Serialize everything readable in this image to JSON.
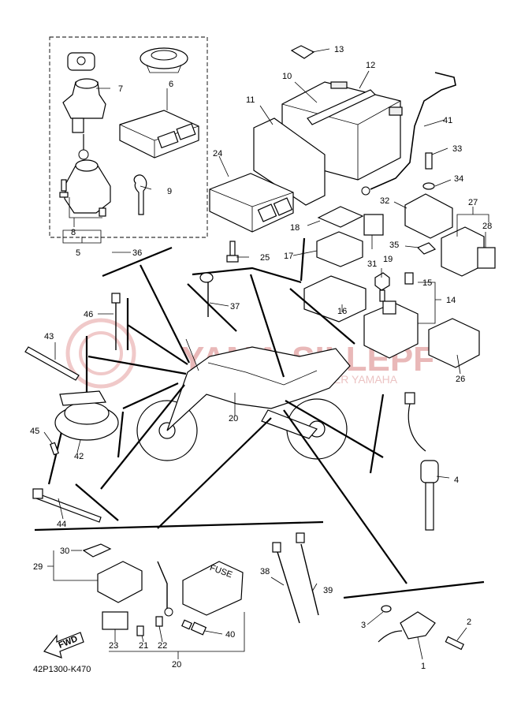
{
  "diagram": {
    "watermark": {
      "brand": "YAMA-SILLEPF",
      "tagline": "OFFICIAL DEALER YAMAHA"
    },
    "part_labels": {
      "p1": "1",
      "p2": "2",
      "p3": "3",
      "p4": "4",
      "p5": "5",
      "p6": "6",
      "p7": "7",
      "p8": "8",
      "p9": "9",
      "p10": "10",
      "p11": "11",
      "p12": "12",
      "p13": "13",
      "p14": "14",
      "p15": "15",
      "p16": "16",
      "p17": "17",
      "p18": "18",
      "p19": "19",
      "p20": "20",
      "p20b": "20",
      "p21": "21",
      "p22": "22",
      "p23": "23",
      "p24": "24",
      "p25": "25",
      "p26": "26",
      "p27": "27",
      "p28": "28",
      "p29": "29",
      "p30": "30",
      "p31": "31",
      "p32": "32",
      "p33": "33",
      "p34": "34",
      "p35": "35",
      "p36": "36",
      "p37": "37",
      "p38": "38",
      "p39": "39",
      "p40": "40",
      "p41": "41",
      "p42": "42",
      "p43": "43",
      "p44": "44",
      "p45": "45",
      "p46": "46"
    },
    "fwd_label": "FWD",
    "fuse_label": "FUSE",
    "drawing_code": "42P1300-K470"
  }
}
